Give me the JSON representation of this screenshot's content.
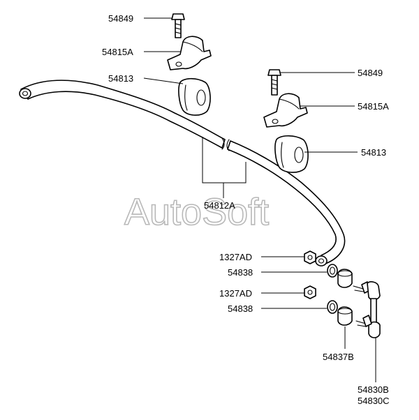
{
  "watermark": "AutoSoft",
  "labels": {
    "bolt_left": "54849",
    "bracket_left": "54815A",
    "bushing_left": "54813",
    "bolt_right": "54849",
    "bracket_right": "54815A",
    "bushing_right": "54813",
    "stabilizer_bar": "54812A",
    "nut_upper": "1327AD",
    "washer_upper": "54838",
    "nut_lower": "1327AD",
    "washer_lower": "54838",
    "link_bushing": "54837B",
    "link_b": "54830B",
    "link_c": "54830C"
  }
}
